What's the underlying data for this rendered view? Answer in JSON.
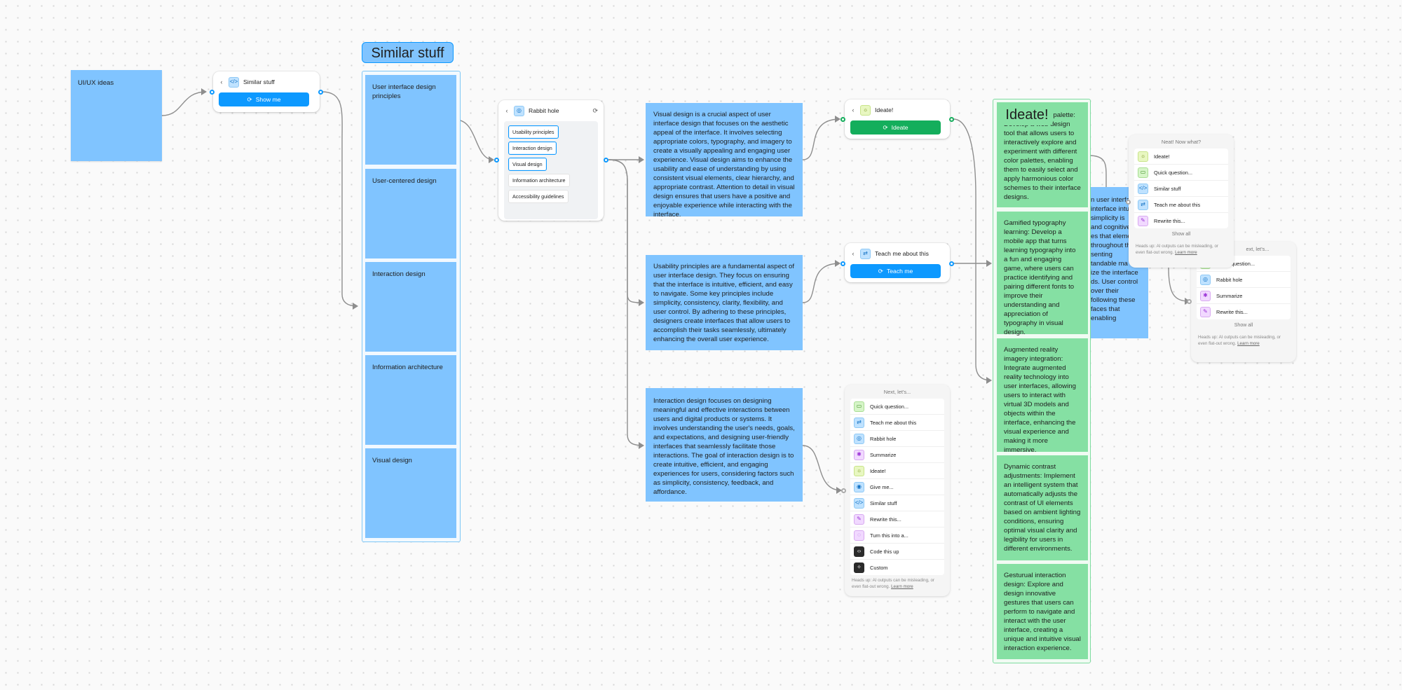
{
  "canvas": {
    "accent": "#0d99ff",
    "green_accent": "#14ae5c",
    "blue_sticky": "#80c4ff",
    "green_sticky": "#85e0a3"
  },
  "start_sticky": {
    "text": "UI/UX ideas"
  },
  "similar_card": {
    "title": "Similar stuff",
    "icon": "code-brackets-icon",
    "button": "Show me"
  },
  "section_similar": {
    "title": "Similar stuff",
    "items": [
      "User interface design principles",
      "User-centered design",
      "Interaction design",
      "Information architecture",
      "Visual design"
    ]
  },
  "rabbit_card": {
    "title": "Rabbit hole",
    "chips": [
      {
        "label": "Usability principles",
        "selected": true
      },
      {
        "label": "Interaction design",
        "selected": true
      },
      {
        "label": "Visual design",
        "selected": true
      },
      {
        "label": "Information architecture",
        "selected": false
      },
      {
        "label": "Accessibility guidelines",
        "selected": false
      }
    ]
  },
  "texts": {
    "visual": "Visual design is a crucial aspect of user interface design that focuses on the aesthetic appeal of the interface. It involves selecting appropriate colors, typography, and imagery to create a visually appealing and engaging user experience. Visual design aims to enhance the usability and ease of understanding by using consistent visual elements, clear hierarchy, and appropriate contrast. Attention to detail in visual design ensures that users have a positive and enjoyable experience while interacting with the interface.",
    "usability": "Usability principles are a fundamental aspect of user interface design. They focus on ensuring that the interface is intuitive, efficient, and easy to navigate. Some key principles include simplicity, consistency, clarity, flexibility, and user control. By adhering to these principles, designers create interfaces that allow users to accomplish their tasks seamlessly, ultimately enhancing the overall user experience.",
    "interaction": "Interaction design focuses on designing meaningful and effective interactions between users and digital products or systems. It involves understanding the user's needs, goals, and expectations, and designing user-friendly interfaces that seamlessly facilitate those interactions. The goal of interaction design is to create intuitive, efficient, and engaging experiences for users, considering factors such as simplicity, consistency, feedback, and affordance."
  },
  "ideate_card": {
    "title": "Ideate!",
    "button": "Ideate"
  },
  "teach_card": {
    "title": "Teach me about this",
    "button": "Teach me"
  },
  "next_menu": {
    "title": "Next, let's...",
    "items": [
      {
        "label": "Quick question...",
        "icon": "speech-bubble-icon",
        "color": "green"
      },
      {
        "label": "Teach me about this",
        "icon": "teach-icon",
        "color": "blue"
      },
      {
        "label": "Rabbit hole",
        "icon": "rabbit-hole-icon",
        "color": "blue"
      },
      {
        "label": "Summarize",
        "icon": "asterisk-icon",
        "color": "purple"
      },
      {
        "label": "Ideate!",
        "icon": "lightbulb-icon",
        "color": "yellow"
      },
      {
        "label": "Give me...",
        "icon": "give-icon",
        "color": "blue"
      },
      {
        "label": "Similar stuff",
        "icon": "code-brackets-icon",
        "color": "blue"
      },
      {
        "label": "Rewrite this...",
        "icon": "pencil-icon",
        "color": "purple"
      },
      {
        "label": "Turn this into a...",
        "icon": "transform-icon",
        "color": "purple"
      },
      {
        "label": "Code this up",
        "icon": "code-icon",
        "color": "dark"
      },
      {
        "label": "Custom",
        "icon": "custom-icon",
        "color": "dark"
      }
    ],
    "footer": "Heads up: AI outputs can be misleading, or even flat-out wrong.",
    "learn_more": "Learn more"
  },
  "section_ideate": {
    "title": "Ideate!",
    "ideas": [
      "Interactive color palette: Develop a web design tool that allows users to interactively explore and experiment with different color palettes, enabling them to easily select and apply harmonious color schemes to their interface designs.",
      "Gamified typography learning: Develop a mobile app that turns learning typography into a fun and engaging game, where users can practice identifying and pairing different fonts to improve their understanding and appreciation of typography in visual design.",
      "Augmented reality imagery integration: Integrate augmented reality technology into user interfaces, allowing users to interact with virtual 3D models and objects within the interface, enhancing the visual experience and making it more immersive.",
      "Dynamic contrast adjustments: Implement an intelligent system that automatically adjusts the contrast of UI elements based on ambient lighting conditions, ensuring optimal visual clarity and legibility for users in different environments.",
      "Gesturual interaction design: Explore and design innovative gestures that users can perform to navigate and interact with the user interface, creating a unique and intuitive visual interaction experience."
    ]
  },
  "hidden_sticky": {
    "lines": [
      "n user interface",
      "interface intu",
      "simplicity is",
      "and cognitive",
      "es that eleme",
      "throughout th",
      "senting",
      "tandable ma",
      "ize the interface",
      "ds. User control",
      "over their",
      "following these",
      "faces that",
      "enabling"
    ]
  },
  "neat_menu": {
    "title": "Neat! Now what?",
    "items": [
      {
        "label": "Ideate!",
        "icon": "lightbulb-icon",
        "color": "yellow"
      },
      {
        "label": "Quick question...",
        "icon": "speech-bubble-icon",
        "color": "green"
      },
      {
        "label": "Similar stuff",
        "icon": "code-brackets-icon",
        "color": "blue"
      },
      {
        "label": "Teach me about this",
        "icon": "teach-icon",
        "color": "blue"
      },
      {
        "label": "Rewrite this...",
        "icon": "pencil-icon",
        "color": "purple"
      }
    ],
    "show_all": "Show all",
    "footer": "Heads up: AI outputs can be misleading, or even flat-out wrong.",
    "learn_more": "Learn more"
  },
  "back_menu": {
    "title": "ext, let's...",
    "items": [
      {
        "label": "Quick question...",
        "icon": "speech-bubble-icon",
        "color": "green"
      },
      {
        "label": "Rabbit hole",
        "icon": "rabbit-hole-icon",
        "color": "blue"
      },
      {
        "label": "Summarize",
        "icon": "asterisk-icon",
        "color": "purple"
      },
      {
        "label": "Rewrite this...",
        "icon": "pencil-icon",
        "color": "purple"
      }
    ],
    "show_all": "Show all",
    "footer": "Heads up: AI outputs can be misleading, or even flat-out wrong.",
    "learn_more": "Learn more"
  }
}
